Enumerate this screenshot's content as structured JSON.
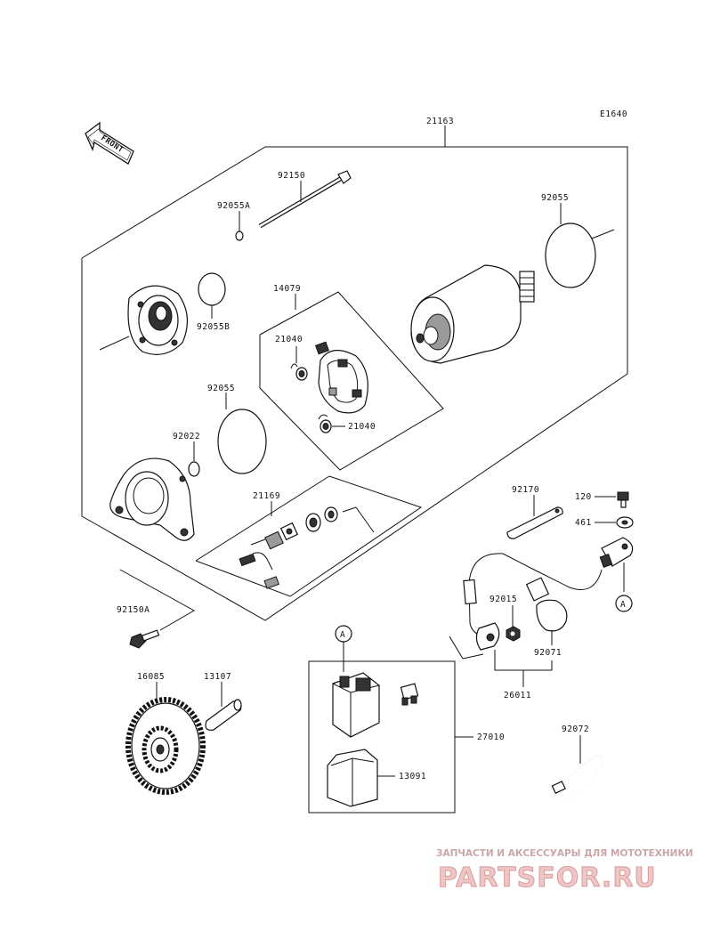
{
  "diagram_code": "E1640",
  "front_label": "FRONT",
  "labels": {
    "p21163": "21163",
    "p92150": "92150",
    "p92055A": "92055A",
    "p92055_top": "92055",
    "p92055B": "92055B",
    "p14079": "14079",
    "p21040_top": "21040",
    "p21040_bottom": "21040",
    "p92055_mid": "92055",
    "p92022": "92022",
    "p21169": "21169",
    "p92170": "92170",
    "p120": "120",
    "p461": "461",
    "p92150A": "92150A",
    "p92015": "92015",
    "p92071": "92071",
    "p26011": "26011",
    "p16085": "16085",
    "p13107": "13107",
    "p27010": "27010",
    "p13091": "13091",
    "p92072": "92072",
    "ref_a_terminal": "A",
    "ref_a_relay": "A"
  },
  "watermark": {
    "tagline": "ЗАПЧАСТИ И АКСЕССУАРЫ ДЛЯ МОТОТЕХНИКИ",
    "brand": "PARTSFOR.RU"
  },
  "colors": {
    "line": "#111111",
    "watermark_fill": "#eec6c6",
    "watermark_stroke": "#d99a9a"
  }
}
